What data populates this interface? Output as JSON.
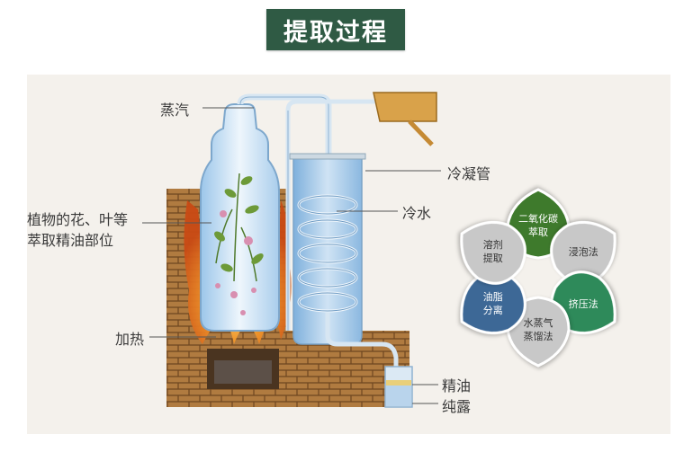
{
  "title": "提取过程",
  "colors": {
    "title_bg": "#2f5a44",
    "water": "#9dc3e6",
    "brick": "#a9763c",
    "petal_green_dark": "#3e7a2c",
    "petal_green_teal": "#2e8a5a",
    "petal_blue": "#3d6896",
    "petal_gray": "#c8c8c8"
  },
  "labels": {
    "steam": "蒸汽",
    "plant_line1": "植物的花、叶等",
    "plant_line2": "萃取精油部位",
    "heating": "加热",
    "condenser": "冷凝管",
    "cold_water": "冷水",
    "essential_oil": "精油",
    "hydrosol": "纯露"
  },
  "methods": [
    {
      "lines": [
        "二氧化碳",
        "萃取"
      ],
      "style": "green"
    },
    {
      "lines": [
        "浸泡法"
      ],
      "style": "gray"
    },
    {
      "lines": [
        "挤压法"
      ],
      "style": "teal"
    },
    {
      "lines": [
        "水蒸气",
        "蒸馏法"
      ],
      "style": "gray"
    },
    {
      "lines": [
        "油脂",
        "分离"
      ],
      "style": "blue"
    },
    {
      "lines": [
        "溶剂",
        "提取"
      ],
      "style": "gray"
    }
  ]
}
